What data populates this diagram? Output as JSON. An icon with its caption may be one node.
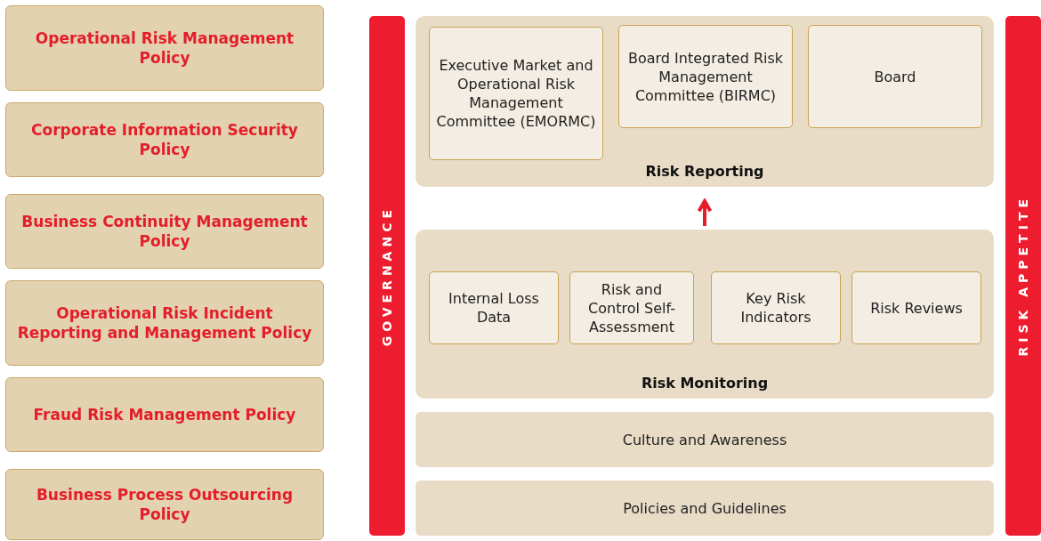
{
  "diagram": {
    "nodes": [
      {
        "text": [
          "Operational Risk Management Policy"
        ]
      },
      {
        "text": [
          "Corporate Information Security Policy"
        ]
      },
      {
        "text": [
          "Business Continuity Management Policy"
        ]
      },
      {
        "text": [
          "Operational Risk Incident Reporting and Management Policy"
        ]
      },
      {
        "text": [
          "Fraud Risk Management Policy"
        ]
      },
      {
        "text": [
          "Business Process Outsourcing Policy"
        ]
      },
      {
        "text": [
          "GOVERNANCE"
        ]
      },
      {
        "text": [
          "Risk Reporting"
        ]
      },
      {
        "text": [
          "Executive Market and Operational Risk Management Committee (EMORMC)"
        ],
        "in": 7
      },
      {
        "text": [
          "Board Integrated Risk Management Committee (BIRMC)"
        ],
        "in": 7
      },
      {
        "text": [
          "Board"
        ],
        "in": 7
      },
      {
        "text": [
          "Risk Monitoring"
        ]
      },
      {
        "text": [
          "Internal Loss Data"
        ],
        "in": 11
      },
      {
        "text": [
          "Risk and Control Self-Assessment"
        ],
        "in": 11
      },
      {
        "text": [
          "Key Risk Indicators"
        ],
        "in": 11
      },
      {
        "text": [
          "Risk Reviews"
        ],
        "in": 11
      },
      {
        "text": [
          "Culture and Awareness"
        ]
      },
      {
        "text": [
          "Policies and Guidelines"
        ]
      },
      {
        "text": [
          "RISK APPETITE"
        ]
      }
    ],
    "edges": [
      {
        "from": 11,
        "to": 7,
        "arrow": "to"
      }
    ]
  }
}
